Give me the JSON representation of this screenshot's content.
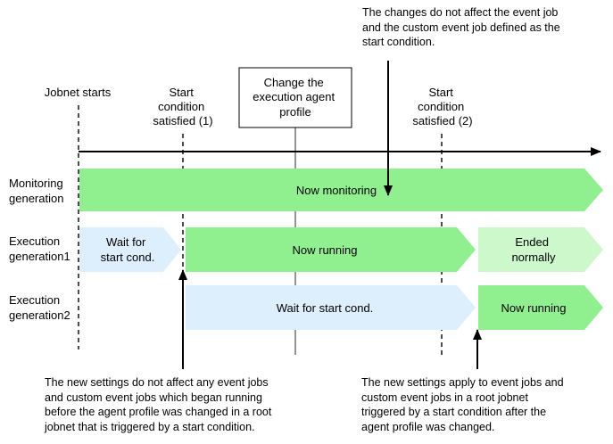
{
  "labels": {
    "jobnet_starts": "Jobnet starts",
    "start_cond_1": [
      "Start",
      "condition",
      "satisfied (1)"
    ],
    "change_profile": [
      "Change the",
      "execution agent",
      "profile"
    ],
    "start_cond_2": [
      "Start",
      "condition",
      "satisfied (2)"
    ]
  },
  "rows": {
    "monitoring": [
      "Monitoring",
      "generation"
    ],
    "execution1": [
      "Execution",
      "generation1"
    ],
    "execution2": [
      "Execution",
      "generation2"
    ]
  },
  "bars": {
    "now_monitoring": "Now monitoring",
    "wait_1": [
      "Wait for",
      "start cond."
    ],
    "now_running_1": "Now running",
    "ended": [
      "Ended",
      "normally"
    ],
    "wait_2": "Wait for start cond.",
    "now_running_2": "Now running"
  },
  "notes": {
    "top": "The changes do not affect the event job\nand the custom event job defined as the\nstart condition.",
    "bottom_left": "The new settings do not affect any event jobs\nand custom event jobs which began running\nbefore the agent profile was changed in a root\njobnet that is triggered by a start condition.",
    "bottom_right": "The new settings apply to event jobs and\ncustom event jobs in a root jobnet\ntriggered by a start condition after the\nagent profile was changed."
  },
  "colors": {
    "green": "#90f090",
    "light_green": "#ccf8cc",
    "light_blue": "#ddeefc"
  }
}
